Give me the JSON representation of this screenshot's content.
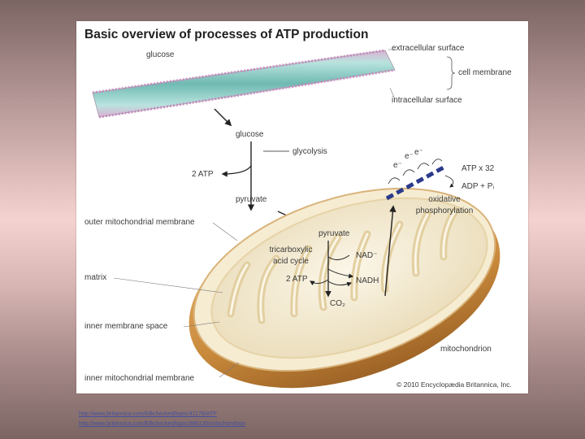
{
  "title": "Basic overview of processes of ATP production",
  "labels": {
    "extracellular": "extracellular surface",
    "cell_membrane": "cell membrane",
    "intracellular": "intracellular surface",
    "glucose_outside": "glucose",
    "glucose_inside": "glucose",
    "glycolysis": "glycolysis",
    "two_atp_glycolysis": "2 ATP",
    "pyruvate": "pyruvate",
    "electron_1": "e⁻",
    "electron_2": "e⁻",
    "electron_3": "e⁻",
    "atp_x32": "ATP x 32",
    "adp_pi": "ADP + Pᵢ",
    "oxphos_1": "oxidative",
    "oxphos_2": "phosphorylation",
    "outer_membrane": "outer mitochondrial membrane",
    "pyruvate_mito": "pyruvate",
    "tca_1": "tricarboxylic",
    "tca_2": "acid cycle",
    "nad": "NAD⁻",
    "matrix": "matrix",
    "two_atp_tca": "2 ATP",
    "nadh": "NADH",
    "co2": "CO₂",
    "inner_membrane_space": "inner membrane space",
    "mitochondrion": "mitochondrion",
    "inner_mito_membrane": "inner mitochondrial membrane",
    "copyright": "© 2010 Encyclopædia Britannica, Inc."
  },
  "source_links": [
    "http://www.britannica.com/EBchecked/topic/41178/ATP",
    "http://www.britannica.com/EBchecked/topic/386130/mitochondrion"
  ],
  "colors": {
    "membrane_teal": "#8fcfc8",
    "membrane_pink": "#d7a8cc",
    "mito_outer": "#c98a3c",
    "mito_inner": "#f3ead2",
    "etc_dash": "#2b3a8a"
  }
}
